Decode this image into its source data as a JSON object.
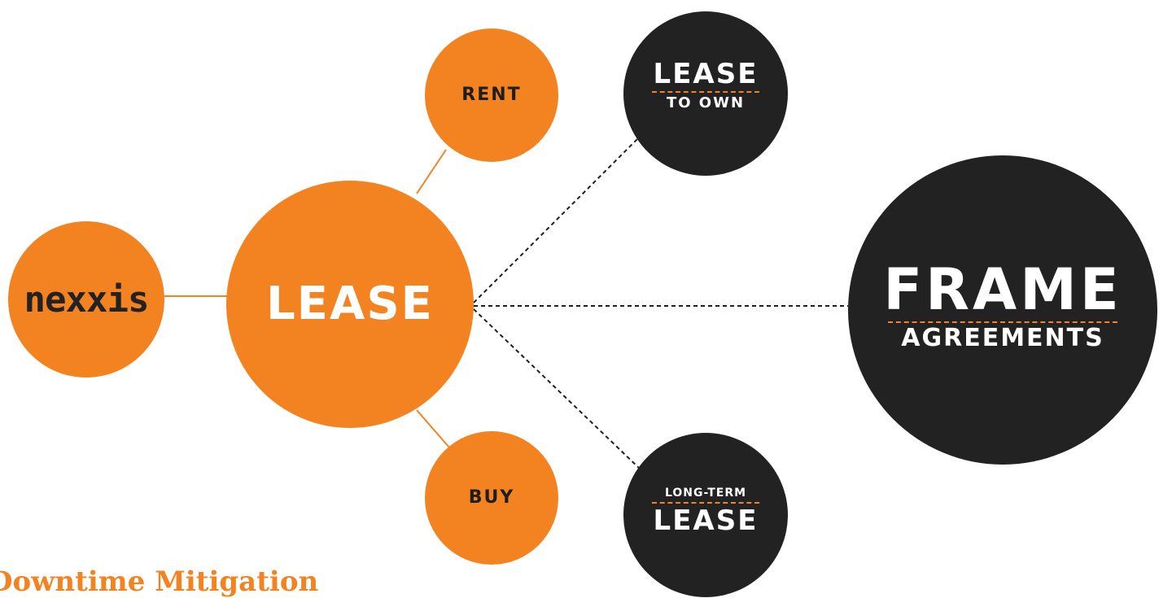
{
  "diagram": {
    "nodes": {
      "nexxis": {
        "label": "nexxis"
      },
      "lease": {
        "label": "LEASE"
      },
      "rent": {
        "label": "RENT"
      },
      "buy": {
        "label": "BUY"
      },
      "lease_to_own": {
        "top": "LEASE",
        "bottom": "TO OWN"
      },
      "long_term_lease": {
        "top": "LONG-TERM",
        "bottom": "LEASE"
      },
      "frame_agreements": {
        "top": "FRAME",
        "bottom": "AGREEMENTS"
      }
    },
    "colors": {
      "accent": "#f38321",
      "dark": "#222223",
      "text_dark": "#1e1e1e",
      "background": "#ffffff"
    }
  },
  "footer": {
    "heading": "Downtime Mitigation"
  }
}
